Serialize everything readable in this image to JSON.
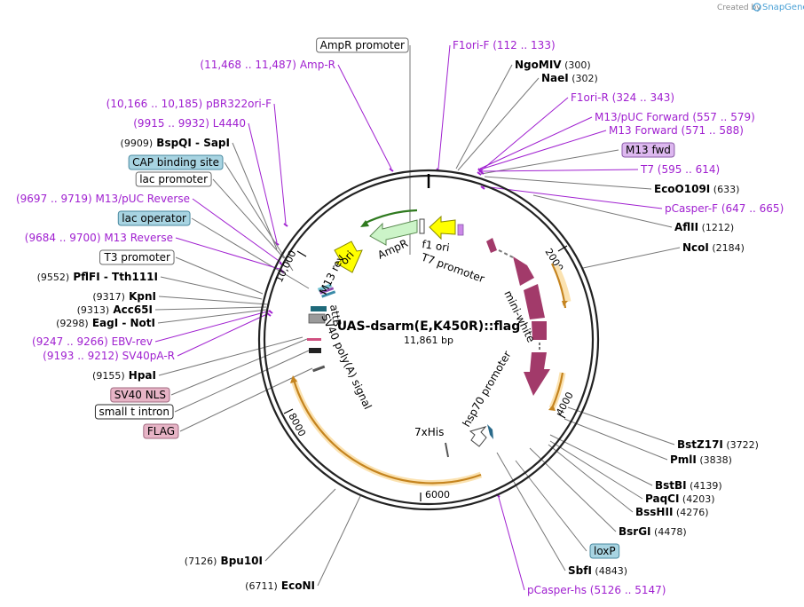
{
  "watermark": {
    "created_by": "Created by",
    "brand": "SnapGene"
  },
  "plasmid": {
    "name": "UAS-dsarm(E,K450R)::flag",
    "length": "11,861 bp"
  },
  "ticks": [
    "2000",
    "4000",
    "6000",
    "8000",
    "10,000"
  ],
  "features": {
    "ampr": "AmpR",
    "f1_ori": "f1 ori",
    "t7_promoter": "T7 promoter",
    "ori": "ori",
    "m13_rev": "M13 rev",
    "attb": "attB",
    "sv40_polya": "SV40 poly(A) signal",
    "mini_white": "mini-white",
    "hsp70_promoter": "hsp70 promoter",
    "his": "7xHis"
  },
  "left_labels": [
    {
      "kind": "boxed",
      "text": "AmpR promoter",
      "bg": "#ffffff",
      "border": "#6a6a6a"
    },
    {
      "kind": "primer",
      "pos": "(11,468 .. 11,487)",
      "text": "Amp-R"
    },
    {
      "kind": "primer",
      "pos": "(10,166 .. 10,185)",
      "text": "pBR322ori-F"
    },
    {
      "kind": "primer",
      "pos": "(9915 .. 9932)",
      "text": "L4440"
    },
    {
      "kind": "site",
      "pos": "(9909)",
      "text": "BspQI",
      "alias": "SapI"
    },
    {
      "kind": "boxed",
      "text": "CAP binding site",
      "bg": "#a8d4e2",
      "border": "#4a8aa0"
    },
    {
      "kind": "boxed",
      "text": "lac promoter",
      "bg": "#ffffff",
      "border": "#6a6a6a"
    },
    {
      "kind": "primer",
      "pos": "(9697 .. 9719)",
      "text": "M13/pUC Reverse"
    },
    {
      "kind": "boxed",
      "text": "lac operator",
      "bg": "#a8d4e2",
      "border": "#4a8aa0"
    },
    {
      "kind": "primer",
      "pos": "(9684 .. 9700)",
      "text": "M13 Reverse"
    },
    {
      "kind": "boxed",
      "text": "T3 promoter",
      "bg": "#ffffff",
      "border": "#6a6a6a"
    },
    {
      "kind": "site",
      "pos": "(9552)",
      "text": "PflFI",
      "alias": "Tth111I"
    },
    {
      "kind": "site",
      "pos": "(9317)",
      "text": "KpnI"
    },
    {
      "kind": "site",
      "pos": "(9313)",
      "text": "Acc65I"
    },
    {
      "kind": "site",
      "pos": "(9298)",
      "text": "EagI",
      "alias": "NotI"
    },
    {
      "kind": "primer",
      "pos": "(9247 .. 9266)",
      "text": "EBV-rev"
    },
    {
      "kind": "primer",
      "pos": "(9193 .. 9212)",
      "text": "SV40pA-R"
    },
    {
      "kind": "site",
      "pos": "(9155)",
      "text": "HpaI"
    },
    {
      "kind": "boxed",
      "text": "SV40 NLS",
      "bg": "#e7b4c6",
      "border": "#a06a80"
    },
    {
      "kind": "boxed",
      "text": "small t intron",
      "bg": "#ffffff",
      "border": "#2a2a2a"
    },
    {
      "kind": "boxed",
      "text": "FLAG",
      "bg": "#e7b4c6",
      "border": "#a06a80"
    },
    {
      "kind": "site",
      "pos": "(7126)",
      "text": "Bpu10I"
    },
    {
      "kind": "site",
      "pos": "(6711)",
      "text": "EcoNI"
    }
  ],
  "right_labels": [
    {
      "kind": "primer",
      "text": "F1ori-F",
      "pos": "(112 .. 133)"
    },
    {
      "kind": "site",
      "text": "NgoMIV",
      "pos": "(300)"
    },
    {
      "kind": "site",
      "text": "NaeI",
      "pos": "(302)"
    },
    {
      "kind": "primer",
      "text": "F1ori-R",
      "pos": "(324 .. 343)"
    },
    {
      "kind": "primer",
      "text": "M13/pUC Forward",
      "pos": "(557 .. 579)"
    },
    {
      "kind": "primer",
      "text": "M13 Forward",
      "pos": "(571 .. 588)"
    },
    {
      "kind": "boxed",
      "text": "M13 fwd",
      "bg": "#ddb8ef",
      "border": "#8a5aa8"
    },
    {
      "kind": "primer",
      "text": "T7",
      "pos": "(595 .. 614)"
    },
    {
      "kind": "site",
      "text": "EcoO109I",
      "pos": "(633)"
    },
    {
      "kind": "primer",
      "text": "pCasper-F",
      "pos": "(647 .. 665)"
    },
    {
      "kind": "site",
      "text": "AflII",
      "pos": "(1212)"
    },
    {
      "kind": "site",
      "text": "NcoI",
      "pos": "(2184)"
    },
    {
      "kind": "site",
      "text": "BstZ17I",
      "pos": "(3722)"
    },
    {
      "kind": "site",
      "text": "PmlI",
      "pos": "(3838)"
    },
    {
      "kind": "site",
      "text": "BstBI",
      "pos": "(4139)"
    },
    {
      "kind": "site",
      "text": "PaqCI",
      "pos": "(4203)"
    },
    {
      "kind": "site",
      "text": "BssHII",
      "pos": "(4276)"
    },
    {
      "kind": "site",
      "text": "BsrGI",
      "pos": "(4478)"
    },
    {
      "kind": "boxed",
      "text": "loxP",
      "bg": "#a8d4e2",
      "border": "#4a8aa0"
    },
    {
      "kind": "site",
      "text": "SbfI",
      "pos": "(4843)"
    },
    {
      "kind": "primer",
      "text": "pCasper-hs",
      "pos": "(5126 .. 5147)"
    }
  ]
}
